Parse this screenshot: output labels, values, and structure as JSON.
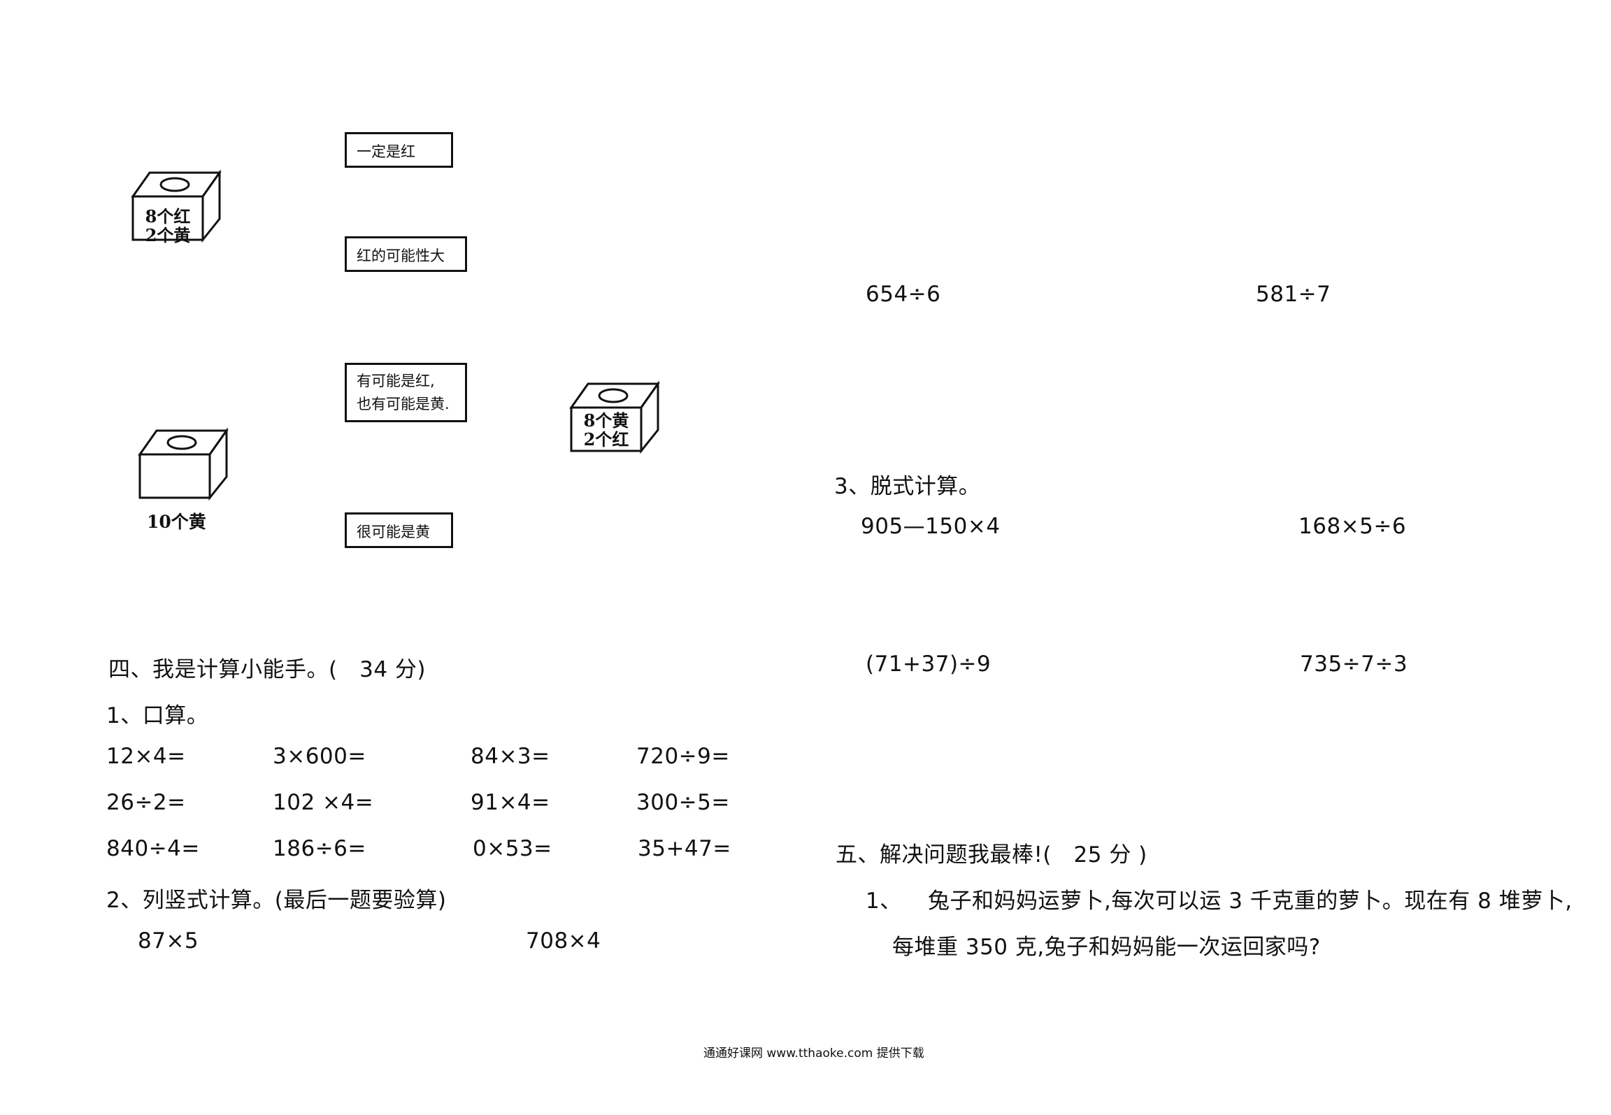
{
  "probability": {
    "boxes": [
      {
        "line1": "8个红",
        "line2": "2个黄"
      },
      {
        "label": "10个黄"
      },
      {
        "line1": "8个黄",
        "line2": "2个红"
      }
    ],
    "options": [
      {
        "text": "一定是红"
      },
      {
        "text": "红的可能性大"
      },
      {
        "line1": "有可能是红,",
        "line2": "也有可能是黄."
      },
      {
        "text": "很可能是黄"
      }
    ]
  },
  "section4": {
    "title": "四、我是计算小能手。(　34 分)",
    "oral": {
      "heading": "1、口算。",
      "rows": [
        [
          "12×4=",
          "3×600=",
          "84×3=",
          "720÷9="
        ],
        [
          "26÷2=",
          "102 ×4=",
          "91×4=",
          "300÷5="
        ],
        [
          "840÷4=",
          "186÷6=",
          "0×53=",
          "35+47="
        ]
      ]
    },
    "vertical": {
      "heading": "2、列竖式计算。(最后一题要验算)",
      "items": [
        "87×5",
        "708×4",
        "654÷6",
        "581÷7"
      ]
    },
    "stepwise": {
      "heading": "3、脱式计算。",
      "items": [
        "905—150×4",
        "168×5÷6",
        "(71+37)÷9",
        "735÷7÷3"
      ]
    }
  },
  "section5": {
    "title": "五、解决问题我最棒!(　25 分 )",
    "q1_number": "1、",
    "q1_line1": "兔子和妈妈运萝卜,每次可以运 3 千克重的萝卜。现在有 8 堆萝卜,",
    "q1_line2": "每堆重 350 克,兔子和妈妈能一次运回家吗?"
  },
  "footer": "通通好课网 www.tthaoke.com 提供下载"
}
